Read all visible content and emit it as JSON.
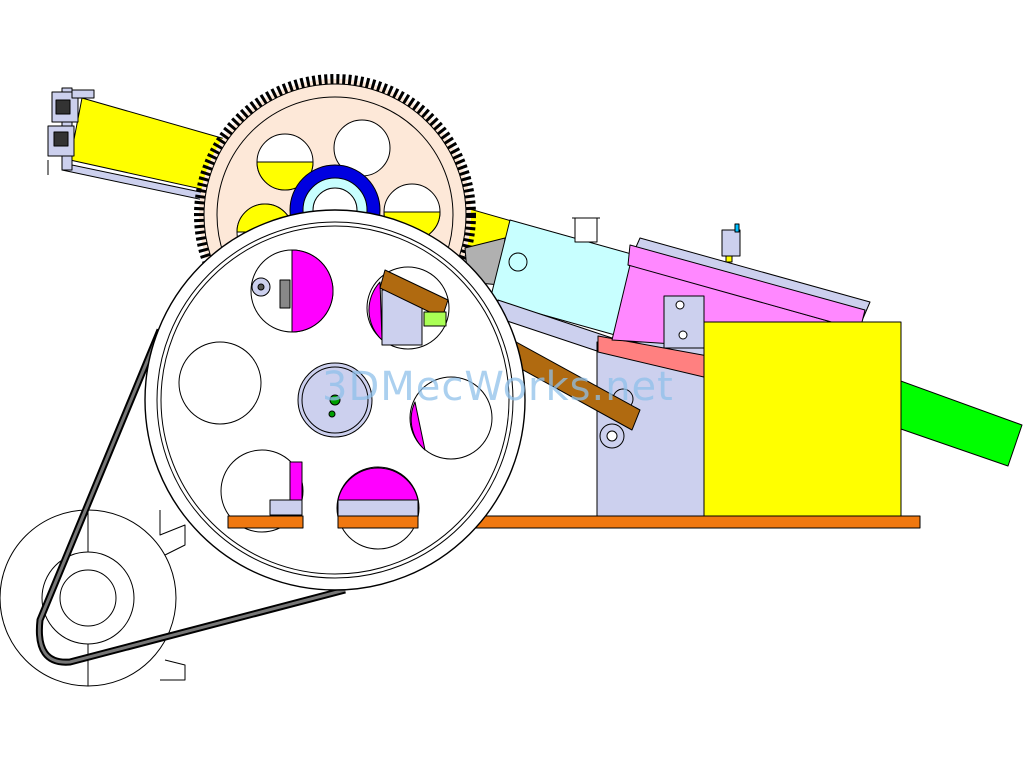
{
  "watermark": {
    "text": "3DMecWorks.net"
  },
  "colors": {
    "yellow": "#ffff00",
    "magenta": "#ff00ff",
    "violet_pink": "#ff88ff",
    "cyan": "#c8ffff",
    "lavender": "#ccd0ee",
    "green": "#00ff00",
    "lime": "#aaff55",
    "orange": "#f07810",
    "brown": "#b06a10",
    "salmon": "#ff8080",
    "peach": "#fde8d8",
    "blue": "#0000e0",
    "gray": "#a0a0a0",
    "outline": "#000000"
  },
  "icons": [
    "large-pulley",
    "small-motor-pulley",
    "drive-belt",
    "spur-gear",
    "feed-chute",
    "cutter-housing",
    "blade-block",
    "base-plate"
  ]
}
